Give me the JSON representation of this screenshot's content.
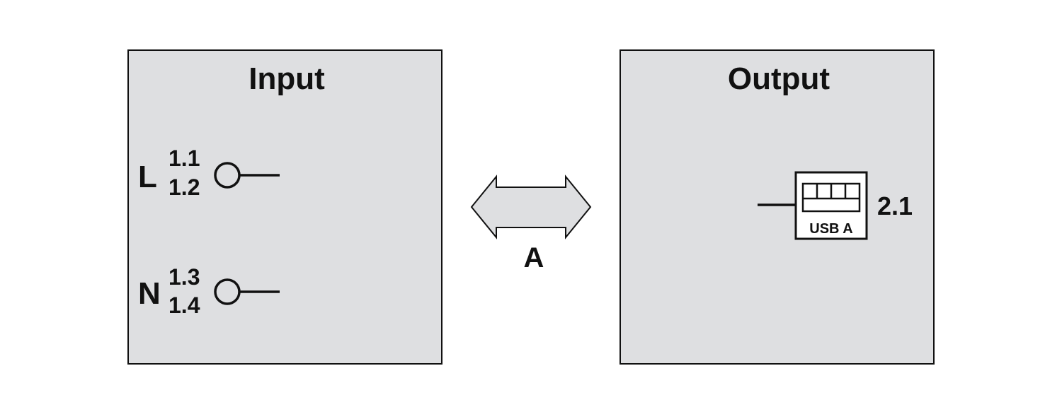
{
  "input": {
    "title": "Input",
    "terminals": [
      {
        "label": "L",
        "pins": [
          "1.1",
          "1.2"
        ]
      },
      {
        "label": "N",
        "pins": [
          "1.3",
          "1.4"
        ]
      }
    ]
  },
  "connection": {
    "label": "A",
    "icon": "double-arrow-icon"
  },
  "output": {
    "title": "Output",
    "port": {
      "type": "USB A",
      "pin": "2.1",
      "icon": "usb-a-icon"
    }
  },
  "colors": {
    "box_fill": "#dedfe1",
    "stroke": "#111111"
  }
}
